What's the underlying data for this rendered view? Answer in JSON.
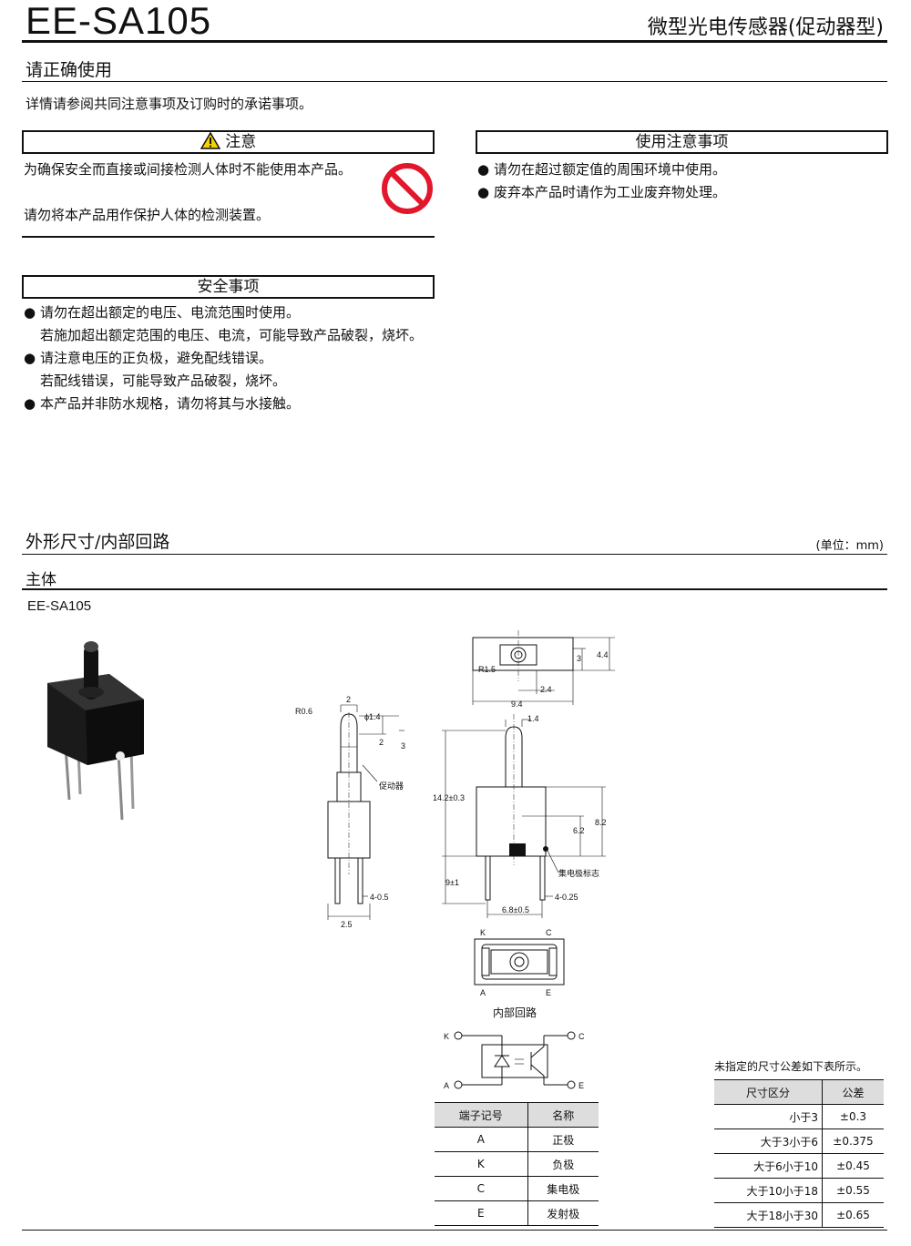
{
  "header": {
    "model": "EE-SA105",
    "product_type": "微型光电传感器(促动器型)"
  },
  "usage": {
    "title": "请正确使用",
    "intro": "详情请参阅共同注意事项及订购时的承诺事项。"
  },
  "caution": {
    "title": "注意",
    "line1": "为确保安全而直接或间接检测人体时不能使用本产品。",
    "line2": "请勿将本产品用作保护人体的检测装置。"
  },
  "safety": {
    "title": "安全事项",
    "items": [
      {
        "main": "请勿在超出额定的电压、电流范围时使用。",
        "detail": "若施加超出额定范围的电压、电流，可能导致产品破裂，烧坏。"
      },
      {
        "main": "请注意电压的正负极，避免配线错误。",
        "detail": "若配线错误，可能导致产品破裂，烧坏。"
      },
      {
        "main": "本产品并非防水规格，请勿将其与水接触。",
        "detail": ""
      }
    ]
  },
  "precautions": {
    "title": "使用注意事项",
    "items": [
      "请勿在超过额定值的周围环境中使用。",
      "废弃本产品时请作为工业废弃物处理。"
    ]
  },
  "dimensions": {
    "title": "外形尺寸/内部回路",
    "unit": "(单位：mm)",
    "subtitle": "主体",
    "model": "EE-SA105",
    "labels": {
      "r06": "R0.6",
      "d2": "2",
      "phi14": "ϕ1.4",
      "d2b": "2",
      "d3": "3",
      "actuator": "促动器",
      "pin4": "4-0.5",
      "d25": "2.5",
      "r15": "R1.5",
      "d3t": "3",
      "d44": "4.4",
      "d24": "2.4",
      "d94": "9.4",
      "d14": "1.4",
      "d142": "14.2±0.3",
      "d82": "8.2",
      "d62": "6.2",
      "d9": "9±1",
      "collector_mark": "集电极标志",
      "pin4b": "4-0.25",
      "d68": "6.8±0.5",
      "k": "K",
      "c": "C",
      "a": "A",
      "e": "E"
    },
    "circuit_title": "内部回路",
    "circuit": {
      "k": "K",
      "c": "C",
      "a": "A",
      "e": "E"
    }
  },
  "pin_table": {
    "headers": [
      "端子记号",
      "名称"
    ],
    "rows": [
      [
        "A",
        "正极"
      ],
      [
        "K",
        "负极"
      ],
      [
        "C",
        "集电极"
      ],
      [
        "E",
        "发射极"
      ]
    ]
  },
  "tolerance": {
    "note": "未指定的尺寸公差如下表所示。",
    "headers": [
      "尺寸区分",
      "公差"
    ],
    "rows": [
      [
        "小于3",
        "±0.3"
      ],
      [
        "大于3小于6",
        "±0.375"
      ],
      [
        "大于6小于10",
        "±0.45"
      ],
      [
        "大于10小于18",
        "±0.55"
      ],
      [
        "大于18小于30",
        "±0.65"
      ]
    ]
  }
}
